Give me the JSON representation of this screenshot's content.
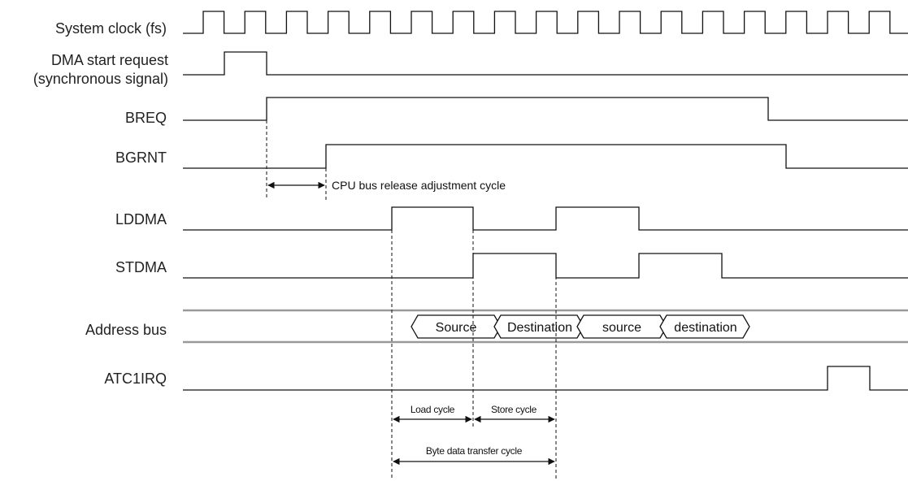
{
  "signals": {
    "clock": "System clock (fs)",
    "dma_start_line1": "DMA start request",
    "dma_start_line2": "(synchronous signal)",
    "breq": "BREQ",
    "bgrnt": "BGRNT",
    "lddma": "LDDMA",
    "stdma": "STDMA",
    "address_bus": "Address bus",
    "atc1irq": "ATC1IRQ"
  },
  "bus_values": [
    "Source",
    "Destination",
    "source",
    "destination"
  ],
  "annotations": {
    "cpu_release": "CPU bus release adjustment cycle",
    "load_cycle": "Load cycle",
    "store_cycle": "Store cycle",
    "byte_transfer": "Byte data transfer cycle"
  }
}
